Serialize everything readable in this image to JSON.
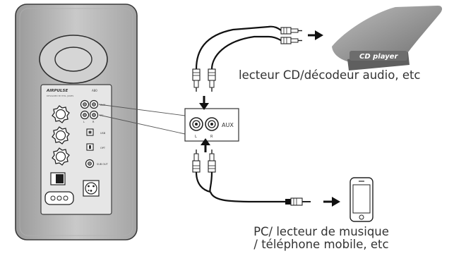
{
  "speaker": {
    "brand": "AIRPULSE",
    "model_small": "A80",
    "subtitle_small": "DESIGNED BY PHIL JONES",
    "jack_labels": {
      "aux": "AUX",
      "pc": "PC",
      "l": "L",
      "r": "R",
      "usb": "USB",
      "opt": "OPT",
      "sub_out": "SUB OUT"
    }
  },
  "aux_panel": {
    "label": "AUX",
    "left": "L",
    "right": "R"
  },
  "cd_player": {
    "label": "CD player"
  },
  "captions": {
    "cd_source": "lecteur CD/décodeur audio, etc",
    "pc_source_line1": "PC/ lecteur de musique",
    "pc_source_line2": "/ téléphone mobile, etc"
  }
}
